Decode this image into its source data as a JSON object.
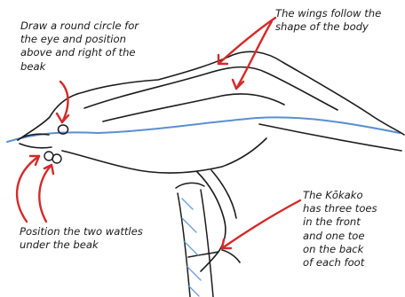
{
  "annotations": {
    "eye": "Draw a round circle for\nthe eye and position\nabove and right of the\nbeak",
    "wings": "The wings follow the\nshape of the body",
    "wattles": "Position the two wattles\nunder the beak",
    "toes": "The Kōkako\nhas three toes\nin the front\nand one toe\non the back\nof each foot"
  },
  "colors": {
    "arrow": "#d42a2a",
    "sketch": "#1c1c1c",
    "guideline": "#5b8fd1",
    "text": "#1a1a1a"
  }
}
